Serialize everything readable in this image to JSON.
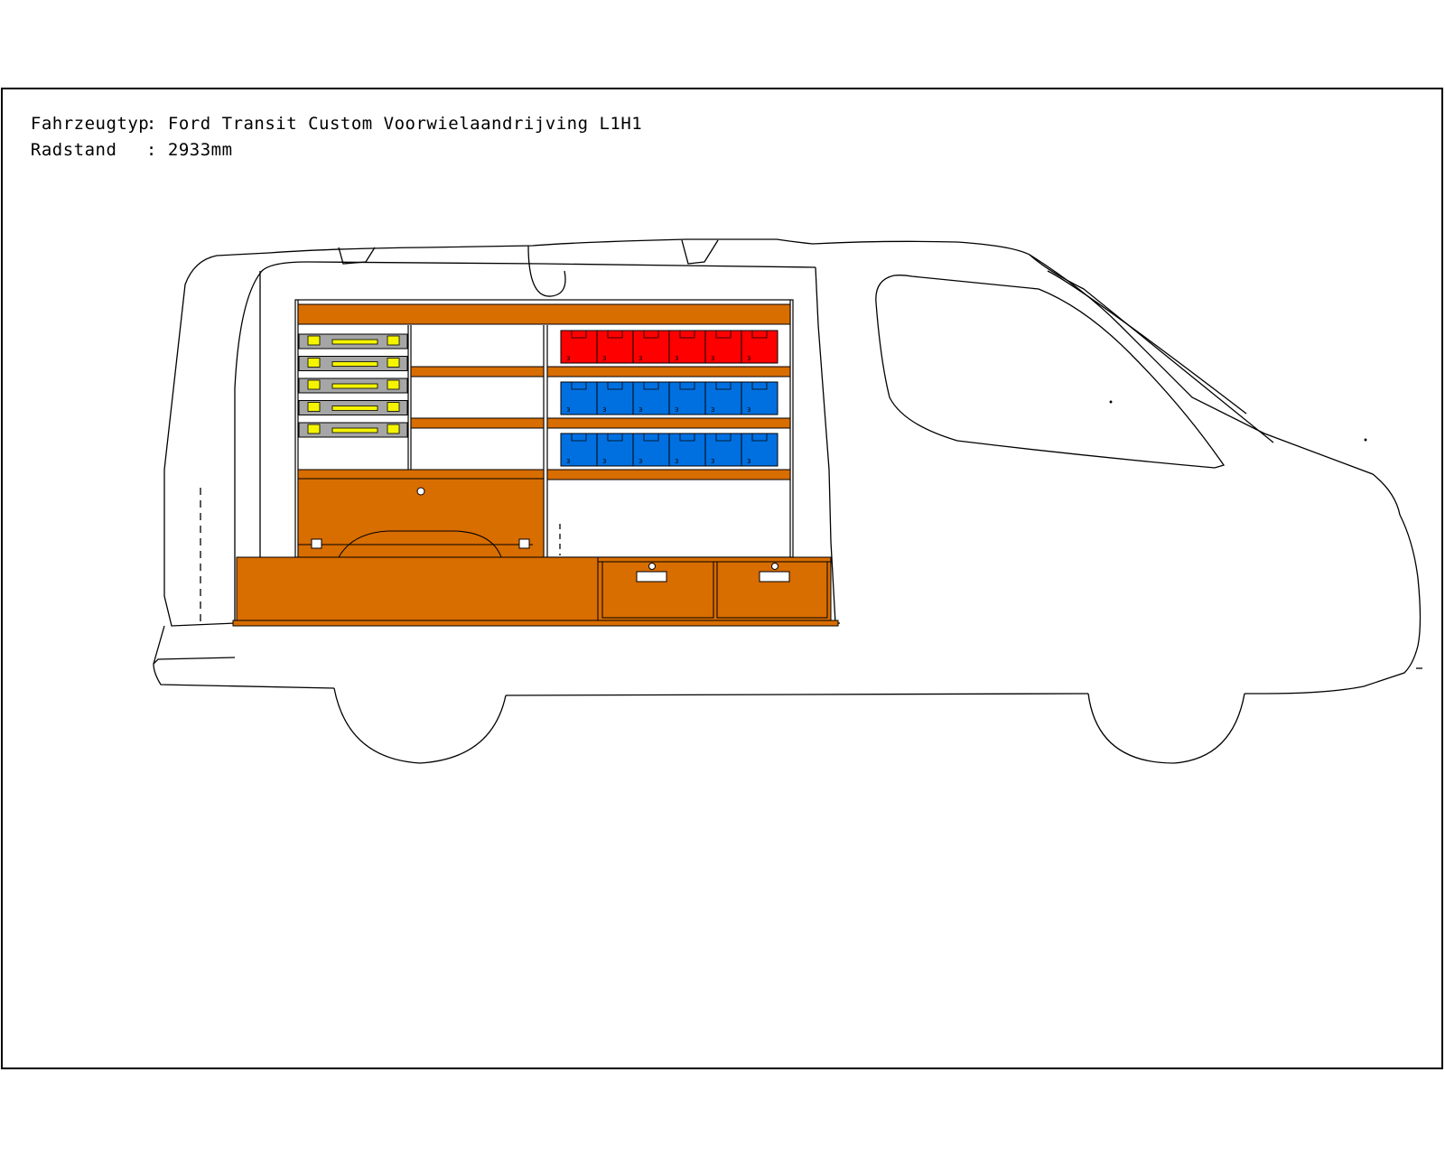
{
  "header": {
    "vehicle_type_label": "Fahrzeugtyp",
    "separator": ":",
    "vehicle_type_value": "Ford Transit Custom Voorwielaandrijving L1H1",
    "wheelbase_label": "Radstand",
    "wheelbase_value": "2933mm"
  },
  "colors": {
    "wood": "#D86D00",
    "bin_red": "#FF0000",
    "bin_blue": "#0070E0",
    "case_grey": "#A6A6A6",
    "case_yellow": "#F5F500",
    "outline": "#000000",
    "background": "#FFFFFF"
  },
  "drawing": {
    "view": "side-view",
    "bins": {
      "red_count": 6,
      "blue_rows": 2,
      "per_row": 6,
      "bin_label": "3"
    },
    "cases_count": 5,
    "drawers_count": 2
  }
}
